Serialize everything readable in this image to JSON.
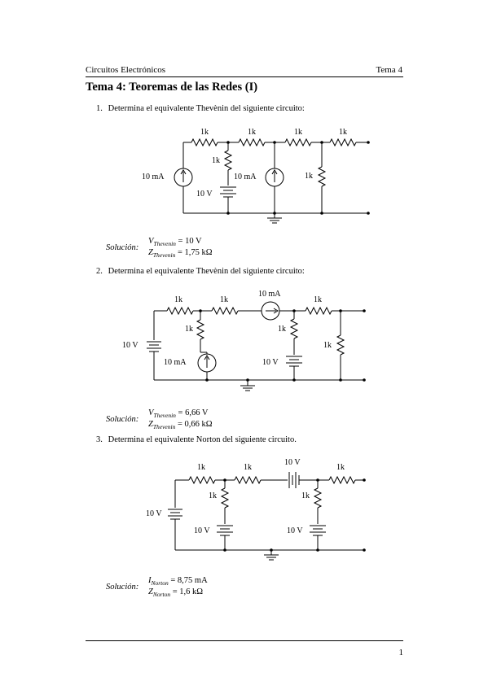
{
  "header": {
    "left": "Circuitos Electrónicos",
    "right": "Tema 4"
  },
  "title": "Tema 4: Teoremas de las Redes (I)",
  "labels": {
    "r": "1k",
    "i10": "10 mA",
    "v10": "10 V"
  },
  "problems": [
    {
      "number": "1.",
      "text": "Determina el equivalente Thevènin del siguiente circuito:",
      "solution": {
        "label": "Solución:",
        "eq1": {
          "sym": "V",
          "sub": "Thevenin",
          "val": " = 10 V"
        },
        "eq2": {
          "sym": "Z",
          "sub": "Thevenin",
          "val": " = 1,75 kΩ"
        }
      }
    },
    {
      "number": "2.",
      "text": "Determina el equivalente Thevènin del siguiente circuito:",
      "solution": {
        "label": "Solución:",
        "eq1": {
          "sym": "V",
          "sub": "Thevenin",
          "val": " = 6,66 V"
        },
        "eq2": {
          "sym": "Z",
          "sub": "Thevenin",
          "val": " = 0,66 kΩ"
        }
      }
    },
    {
      "number": "3.",
      "text": "Determina el equivalente Norton del siguiente circuito.",
      "solution": {
        "label": "Solución:",
        "eq1": {
          "sym": "I",
          "sub": "Norton",
          "val": " = 8,75 mA"
        },
        "eq2": {
          "sym": "Z",
          "sub": "Norton",
          "val": " = 1,6 kΩ"
        }
      }
    }
  ],
  "footer": {
    "page": "1"
  }
}
